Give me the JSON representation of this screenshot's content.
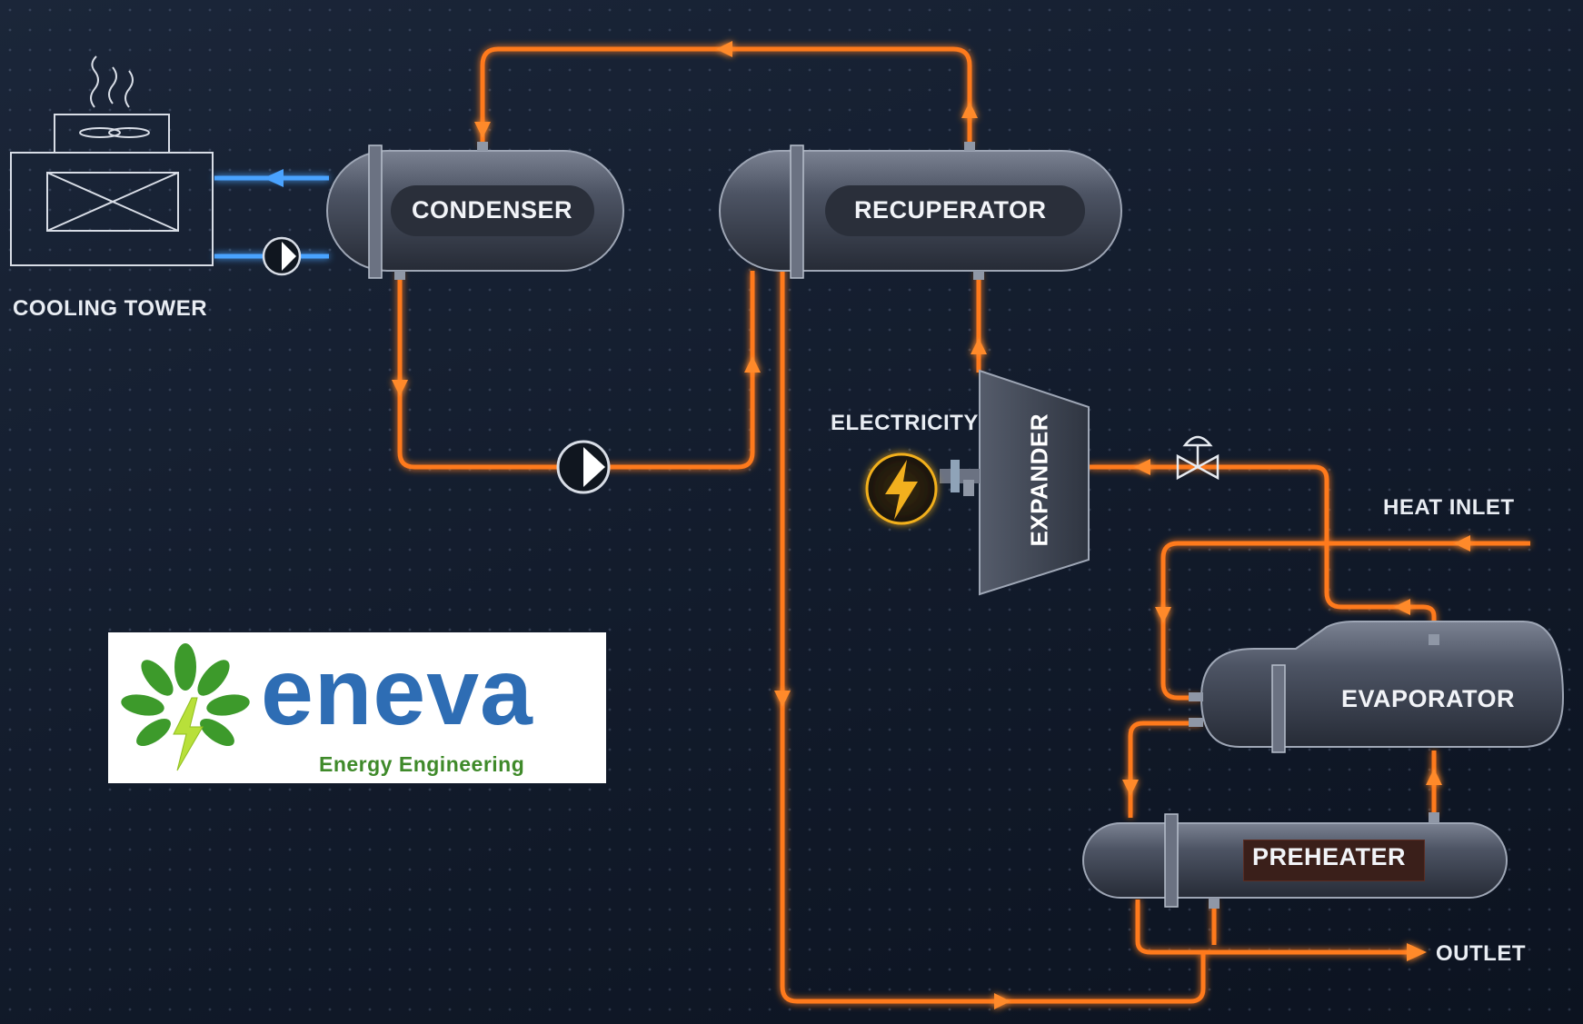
{
  "diagram": {
    "components": {
      "cooling_tower": "COOLING TOWER",
      "condenser": "CONDENSER",
      "recuperator": "RECUPERATOR",
      "expander": "EXPANDER",
      "evaporator": "EVAPORATOR",
      "preheater": "PREHEATER"
    },
    "labels": {
      "electricity": "ELECTRICITY",
      "heat_inlet": "HEAT INLET",
      "outlet": "OUTLET"
    }
  },
  "logo": {
    "name": "eneva",
    "tagline": "Energy Engineering"
  },
  "colors": {
    "hot_pipe": "#ff7a1a",
    "cold_pipe": "#4aa3ff",
    "vessel": "#4a5160",
    "logo_blue": "#2e6db4",
    "logo_green": "#3f8a2a",
    "electricity": "#f2b01e"
  },
  "icons": [
    "pump-icon",
    "valve-icon",
    "lightning-icon",
    "fan-icon",
    "steam-icon",
    "leaf-logo-icon"
  ]
}
